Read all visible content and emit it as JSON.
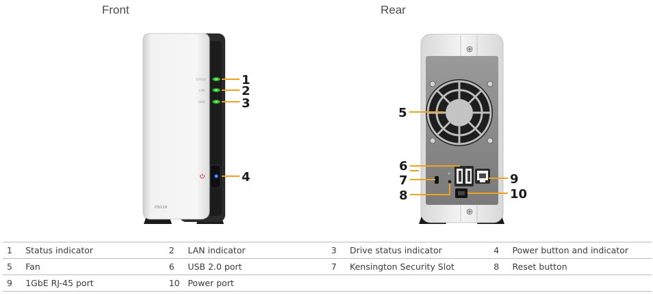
{
  "headings": {
    "front": "Front",
    "rear": "Rear"
  },
  "device": {
    "front_led_labels": [
      "STATUS",
      "LAN",
      "DISK"
    ],
    "model": "DS118"
  },
  "callouts": [
    "1",
    "2",
    "3",
    "4",
    "5",
    "6",
    "7",
    "8",
    "9",
    "10"
  ],
  "legend": [
    [
      {
        "num": "1",
        "label": "Status indicator"
      },
      {
        "num": "2",
        "label": "LAN indicator"
      },
      {
        "num": "3",
        "label": "Drive status indicator"
      },
      {
        "num": "4",
        "label": "Power button and indicator"
      }
    ],
    [
      {
        "num": "5",
        "label": "Fan"
      },
      {
        "num": "6",
        "label": "USB 2.0 port"
      },
      {
        "num": "7",
        "label": "Kensington Security Slot"
      },
      {
        "num": "8",
        "label": "Reset button"
      }
    ],
    [
      {
        "num": "9",
        "label": "1GbE RJ-45 port"
      },
      {
        "num": "10",
        "label": "Power port"
      },
      {
        "num": "",
        "label": ""
      },
      {
        "num": "",
        "label": ""
      }
    ]
  ],
  "colors": {
    "callout_line": "#f0a020",
    "led": "#3cd23c",
    "power_led": "#3a7bff",
    "power_icon": "#e03030"
  }
}
